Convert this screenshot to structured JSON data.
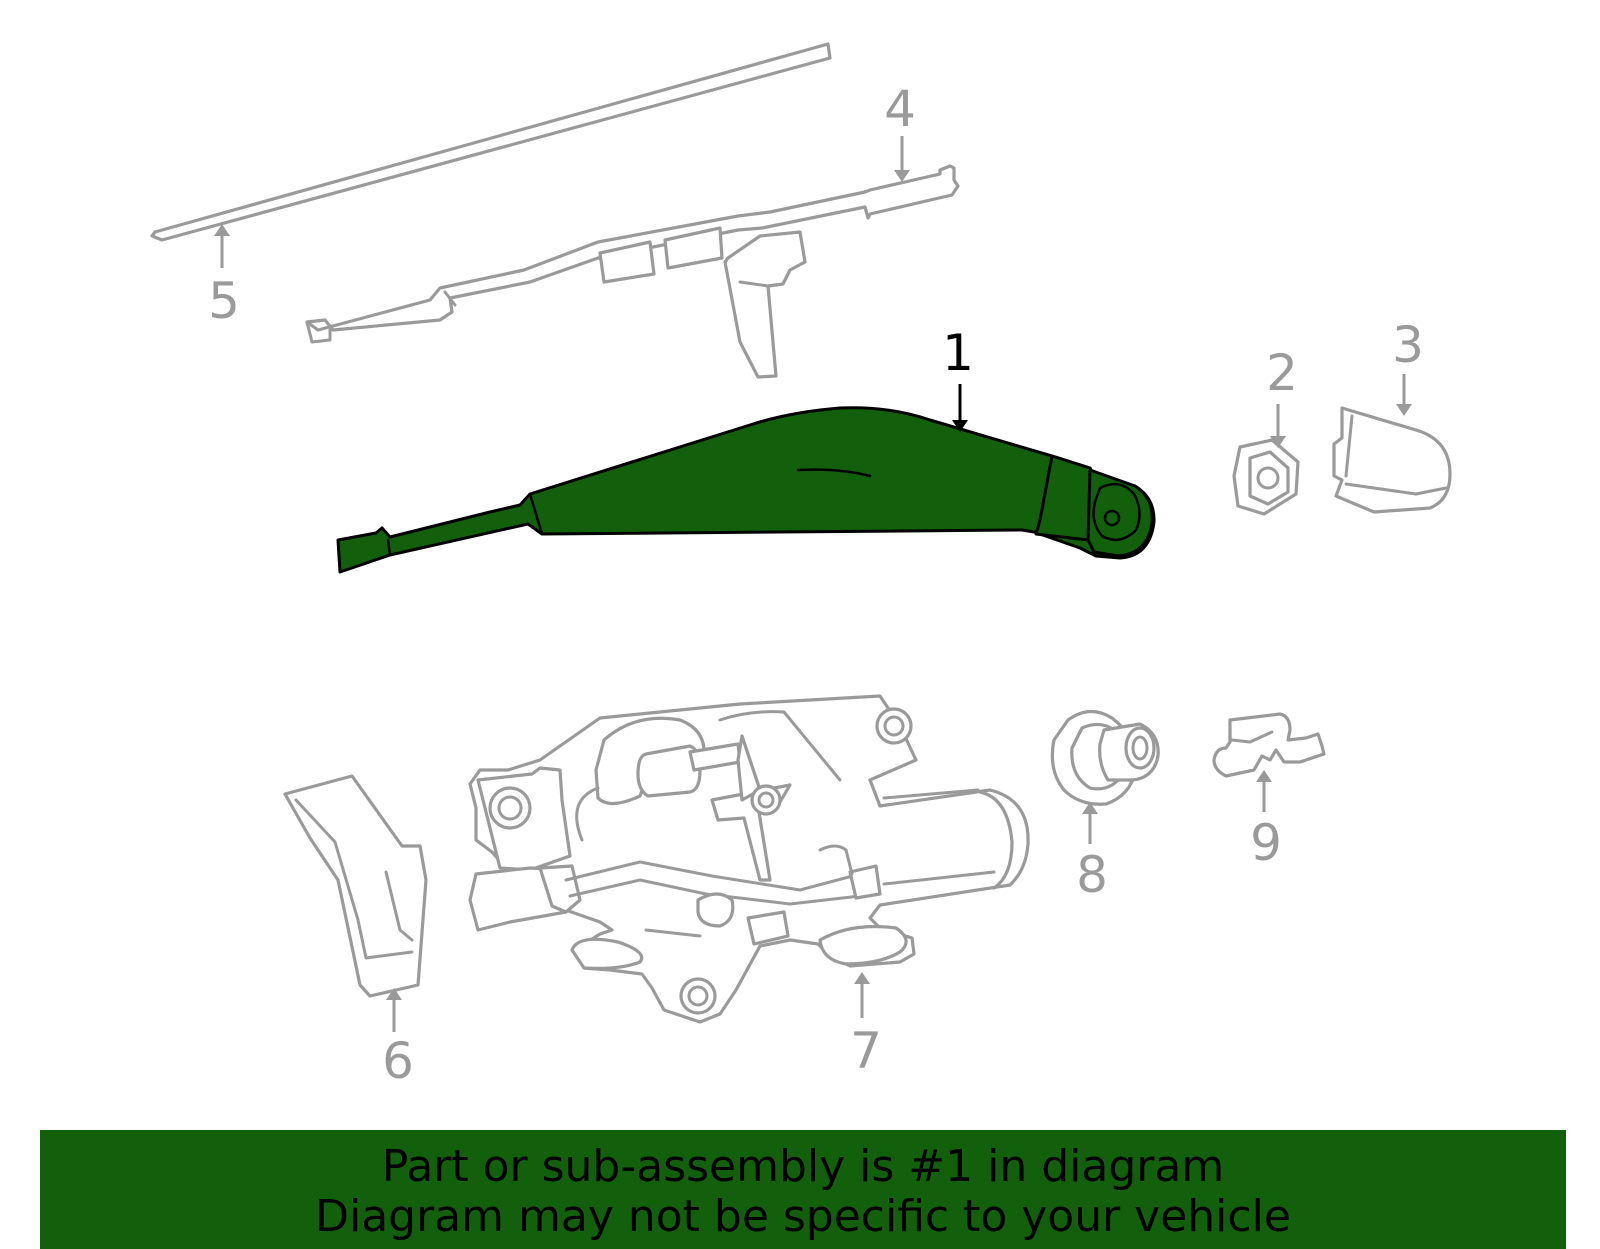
{
  "colors": {
    "highlight": "#12600c",
    "outline_gray": "#9a9a9a",
    "banner_bg": "#12600c"
  },
  "callouts": [
    "1",
    "2",
    "3",
    "4",
    "5",
    "6",
    "7",
    "8",
    "9"
  ],
  "highlighted_part": "1",
  "banner": {
    "line1": "Part or sub-assembly is #1 in diagram",
    "line2": "Diagram may not be specific to your vehicle"
  }
}
